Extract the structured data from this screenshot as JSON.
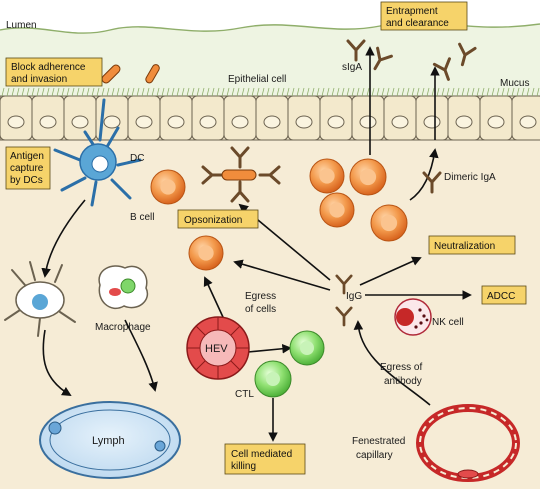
{
  "labels": {
    "lumen": "Lumen",
    "epithelial_cell": "Epithelial cell",
    "mucus": "Mucus",
    "dc": "DC",
    "siga": "sIgA",
    "b_cell": "B cell",
    "dimeric_iga": "Dimeric IgA",
    "igg": "IgG",
    "macrophage": "Macrophage",
    "egress_cells_1": "Egress",
    "egress_cells_2": "of cells",
    "hev": "HEV",
    "nk_cell": "NK cell",
    "ctl": "CTL",
    "egress_antibody_1": "Egress of",
    "egress_antibody_2": "antibody",
    "lymph": "Lymph",
    "fenestrated_1": "Fenestrated",
    "fenestrated_2": "capillary"
  },
  "boxes": {
    "block_1": "Block adherence",
    "block_2": "and invasion",
    "entrapment_1": "Entrapment",
    "entrapment_2": "and clearance",
    "antigen_1": "Antigen",
    "antigen_2": "capture",
    "antigen_3": "by DCs",
    "opsonization": "Opsonization",
    "neutralization": "Neutralization",
    "adcc": "ADCC",
    "cell_mediated_1": "Cell mediated",
    "cell_mediated_2": "killing"
  },
  "colors": {
    "tissue": "#f6ecd6",
    "epithelium": "#f3e9cc",
    "mucus_line": "#8fae6a",
    "box_fill": "#f6d36a",
    "plasma_cell": "#f08c3c",
    "ctl_cell": "#7fd66a",
    "hev_cell": "#e34b4b",
    "dc_cell": "#5aa6d6",
    "lymph": "#6aa6d8"
  }
}
